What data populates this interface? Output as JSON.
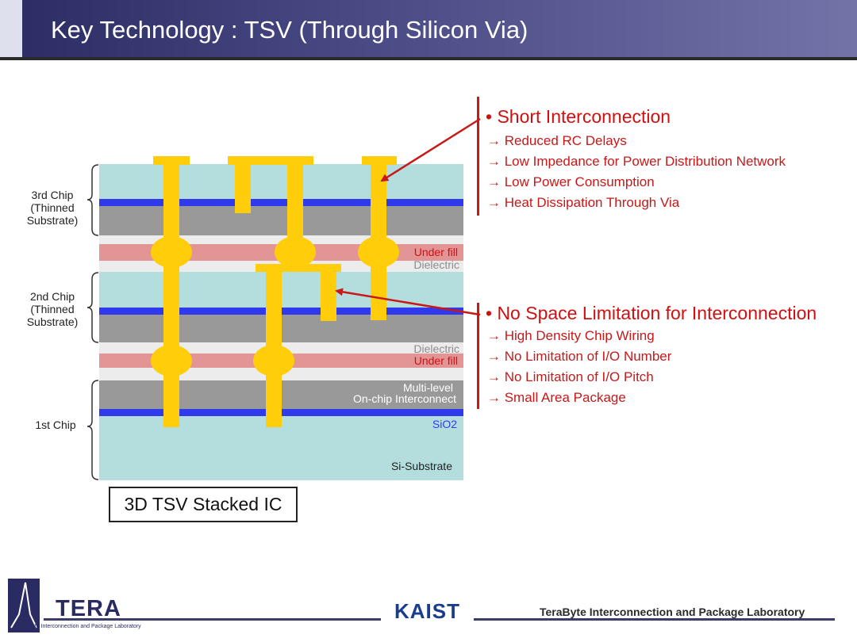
{
  "header": {
    "title": "Key Technology : TSV (Through Silicon Via)"
  },
  "diagram": {
    "chip_labels": [
      {
        "lines": [
          "3rd Chip",
          "(Thinned",
          "Substrate)"
        ]
      },
      {
        "lines": [
          "2nd Chip",
          "(Thinned",
          "Substrate)"
        ]
      },
      {
        "lines": [
          "1st Chip"
        ]
      }
    ],
    "layer_labels": {
      "under_fill_top": "Under fill",
      "dielectric_top": "Dielectric",
      "dielectric_mid": "Dielectric",
      "under_fill_mid": "Under fill",
      "multilevel_1": "Multi-level",
      "multilevel_2": "On-chip Interconnect",
      "sio2": "SiO2",
      "si_substrate": "Si-Substrate"
    },
    "colors": {
      "substrate": "#b4dede",
      "gray": "#999999",
      "blue": "#2f3aed",
      "under_fill": "#e39595",
      "dielectric": "#ececec",
      "via": "#ffcd0a",
      "accent_red": "#c81818"
    }
  },
  "panels": {
    "top": {
      "head": "• Short Interconnection",
      "items": [
        "→ Reduced RC Delays",
        "→ Low Impedance for Power Distribution Network",
        "→ Low Power Consumption",
        "→ Heat Dissipation Through Via"
      ]
    },
    "bottom": {
      "head": "• No Space Limitation for Interconnection",
      "items": [
        "→ High Density Chip Wiring",
        "→ No Limitation of I/O Number",
        "→ No Limitation of I/O Pitch",
        "→ Small Area Package"
      ]
    }
  },
  "caption": "3D TSV Stacked IC",
  "footer": {
    "tera_logo": "TERA",
    "tera_sub": "TeraByte Interconnection and Package Laboratory",
    "kaist_logo": "KAIST",
    "lab_name": "TeraByte Interconnection and Package Laboratory"
  }
}
